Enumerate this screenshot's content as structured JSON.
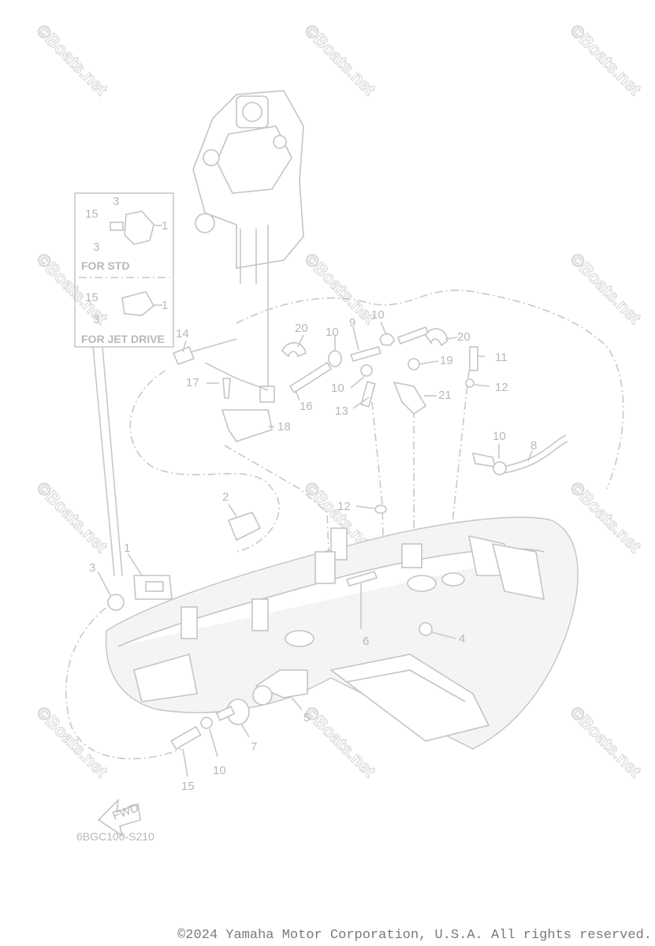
{
  "diagram": {
    "code": "6BGC100-S210",
    "fwd_label": "FWD",
    "inset": {
      "std_label": "FOR STD",
      "jet_label": "FOR JET DRIVE",
      "std_callouts": [
        "3",
        "15",
        "1",
        "3"
      ],
      "jet_callouts": [
        "15",
        "1",
        "3"
      ]
    },
    "callouts": {
      "c1": "1",
      "c2": "2",
      "c3": "3",
      "c4": "4",
      "c5": "5",
      "c6": "6",
      "c7": "7",
      "c8": "8",
      "c9": "9",
      "c10a": "10",
      "c10b": "10",
      "c10c": "10",
      "c10d": "10",
      "c10e": "10",
      "c11": "11",
      "c12a": "12",
      "c12b": "12",
      "c13": "13",
      "c14": "14",
      "c15": "15",
      "c16": "16",
      "c17": "17",
      "c18": "18",
      "c19": "19",
      "c20a": "20",
      "c20b": "20",
      "c21": "21"
    },
    "watermark": "©Boats.net"
  },
  "footer": {
    "copyright": "©2024 Yamaha Motor Corporation, U.S.A. All rights reserved."
  }
}
